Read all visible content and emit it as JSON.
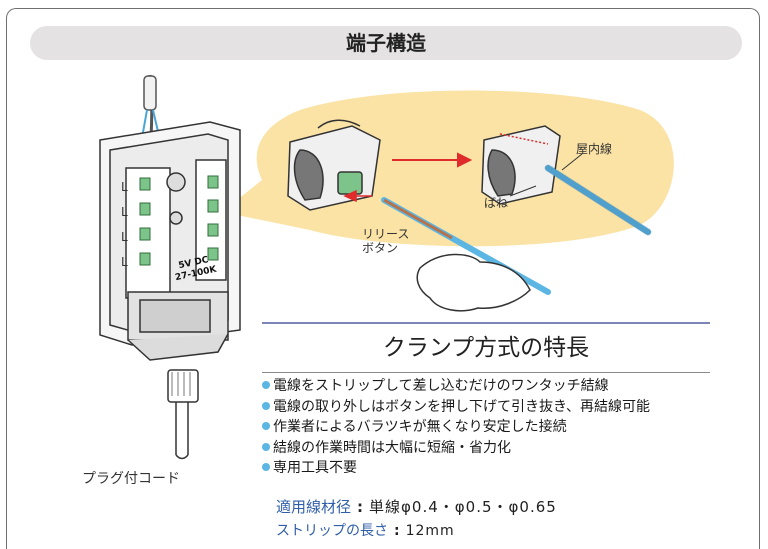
{
  "header": {
    "title": "端子構造"
  },
  "diagram": {
    "chip_line1": "5V DC",
    "chip_line2": "27-100K",
    "label_indoor_wire": "屋内線",
    "label_spring": "ばね",
    "label_release_1": "リリース",
    "label_release_2": "ボタン",
    "plug_label": "プラグ付コード",
    "terminal_letters_left": [
      "L",
      "L",
      "L",
      "L"
    ],
    "colors": {
      "highlight": "#fbe3a6",
      "wire_blue": "#5bb6e3",
      "arrow_red": "#e02b2b",
      "accent_green": "#7cc48a"
    }
  },
  "features": {
    "heading": "クランプ方式の特長",
    "items": [
      "電線をストリップして差し込むだけのワンタッチ結線",
      "電線の取り外しはボタンを押し下げて引き抜き、再結線可能",
      "作業者によるバラツキが無くなり安定した接続",
      "結線の作業時間は大幅に短縮・省力化",
      "専用工具不要"
    ]
  },
  "specs": [
    {
      "key": "適用線材径",
      "value": "単線φ0.4・φ0.5・φ0.65"
    },
    {
      "key": "ストリップの長さ",
      "value": "12mm"
    }
  ]
}
